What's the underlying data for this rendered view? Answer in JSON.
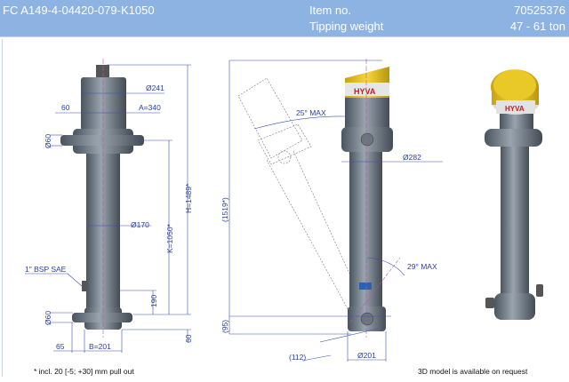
{
  "header": {
    "title": "FC A149-4-04420-079-K1050",
    "item_label": "Item no.",
    "item_value": "70525376",
    "tipping_label": "Tipping weight",
    "tipping_value": "47 - 61 ton"
  },
  "front_view": {
    "d_head": "Ø241",
    "a": "A=340",
    "pin_offset": "60",
    "d_pin_top": "Ø60",
    "d_tube": "Ø170",
    "port": "1\" BSP SAE",
    "port_height": "190",
    "k": "K=1050*",
    "h": "H=1489*",
    "d_pin_bottom": "Ø60",
    "base_offset": "60",
    "pin_len": "65",
    "b": "B=201"
  },
  "side_view": {
    "length": "(1519*)",
    "bottom": "(95)",
    "tilt_top": "25° MAX",
    "d_trunnion": "Ø282",
    "tilt_bottom": "29° MAX",
    "swing": "(112)",
    "d_base": "Ø201",
    "logo": "HYVA"
  },
  "footer": {
    "note": "* incl. 20 [-5; +30] mm pull out",
    "model_note": "3D model is available on request"
  },
  "colors": {
    "header": "#8db3e2",
    "dimension": "#2b3f9e",
    "steel": "#5f6a75",
    "yellow": "#e8c320"
  }
}
